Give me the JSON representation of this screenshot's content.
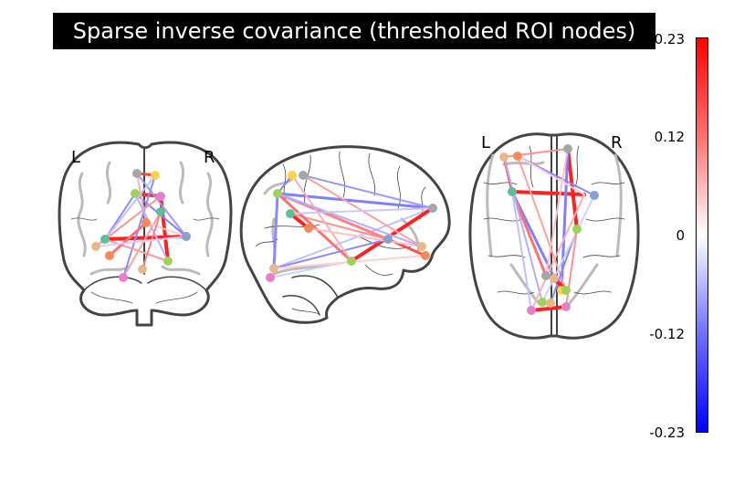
{
  "title": "Sparse inverse covariance (thresholded ROI nodes)",
  "hemisphere_labels": {
    "coronal_left": "L",
    "coronal_right": "R",
    "axial_left": "L",
    "axial_right": "R"
  },
  "colorbar": {
    "ticks": [
      "0.23",
      "0.12",
      "0",
      "-0.12",
      "-0.23"
    ],
    "colors": {
      "max": "#ff0000",
      "mid": "#ffffff",
      "min": "#0000ff"
    }
  },
  "colors": {
    "outline": "#444444",
    "inner_contour": "#bbbbbb",
    "nodes": [
      "#ffd24a",
      "#a6a6a6",
      "#9dd35a",
      "#e87fcb",
      "#8aa0cc",
      "#5bbf9a",
      "#f28a5a",
      "#e6b98a"
    ]
  }
}
